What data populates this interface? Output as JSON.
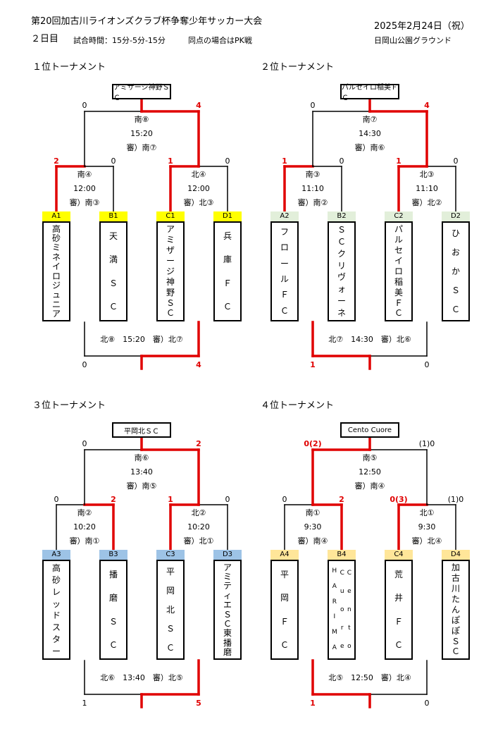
{
  "header": {
    "title": "第20回加古川ライオンズクラブ杯争奪少年サッカー大会",
    "date": "2025年2月24日（祝）",
    "day": "２日目",
    "match_time": "試合時間：15分-5分-15分",
    "tie_rule": "同点の場合はPK戦",
    "venue": "日岡山公園グラウンド"
  },
  "colors": {
    "yellow": "#ffff00",
    "green": "#e2efda",
    "blue": "#9dc3e6",
    "orange": "#ffe699",
    "red": "#e00000"
  },
  "brackets": [
    {
      "title": "１位トーナメント",
      "champion": "アミザージ神野ＳＣ",
      "final": {
        "name": "南⑧",
        "time": "15:20",
        "ref": "審）南⑦",
        "left_score": "0",
        "right_score": "4"
      },
      "semis": [
        {
          "name": "南④",
          "time": "12:00",
          "ref": "審）南③",
          "left_score": "2",
          "right_score": "0"
        },
        {
          "name": "北④",
          "time": "12:00",
          "ref": "審）北③",
          "left_score": "1",
          "right_score": "0"
        }
      ],
      "third": {
        "label": "北⑧　15:20　審）北⑦",
        "left_score": "0",
        "right_score": "4"
      },
      "teams": [
        {
          "seed": "A1",
          "chars": [
            "高",
            "砂",
            "ミ",
            "ネ",
            "イ",
            "ロ",
            "ジ",
            "ュ",
            "ニ",
            "ア"
          ]
        },
        {
          "seed": "B1",
          "chars": [
            "天",
            "満",
            "Ｓ",
            "Ｃ"
          ]
        },
        {
          "seed": "C1",
          "chars": [
            "ア",
            "ミ",
            "ザ",
            "ー",
            "ジ",
            "神",
            "野",
            "Ｓ",
            "Ｃ"
          ]
        },
        {
          "seed": "D1",
          "chars": [
            "兵",
            "庫",
            "Ｆ",
            "Ｃ"
          ]
        }
      ]
    },
    {
      "title": "２位トーナメント",
      "champion": "パルセイロ稲美ＦＣ",
      "final": {
        "name": "南⑦",
        "time": "14:30",
        "ref": "審）南⑥",
        "left_score": "0",
        "right_score": "4"
      },
      "semis": [
        {
          "name": "南③",
          "time": "11:10",
          "ref": "審）南②",
          "left_score": "1",
          "right_score": "0"
        },
        {
          "name": "北③",
          "time": "11:10",
          "ref": "審）北②",
          "left_score": "1",
          "right_score": "0"
        }
      ],
      "third": {
        "label": "北⑦　14:30　審）北⑥",
        "left_score": "1",
        "right_score": "0"
      },
      "teams": [
        {
          "seed": "A2",
          "chars": [
            "フ",
            "ロ",
            "ー",
            "ル",
            "Ｆ",
            "Ｃ"
          ]
        },
        {
          "seed": "B2",
          "chars": [
            "Ｓ",
            "Ｃ",
            "ク",
            "リ",
            "ヴ",
            "ォ",
            "ー",
            "ネ"
          ]
        },
        {
          "seed": "C2",
          "chars": [
            "パ",
            "ル",
            "セ",
            "イ",
            "ロ",
            "稲",
            "美",
            "Ｆ",
            "Ｃ"
          ]
        },
        {
          "seed": "D2",
          "chars": [
            "ひ",
            "お",
            "か",
            "Ｓ",
            "Ｃ"
          ]
        }
      ]
    },
    {
      "title": "３位トーナメント",
      "champion": "平岡北ＳＣ",
      "final": {
        "name": "南⑥",
        "time": "13:40",
        "ref": "審）南⑤",
        "left_score": "0",
        "right_score": "2"
      },
      "semis": [
        {
          "name": "南②",
          "time": "10:20",
          "ref": "審）南①",
          "left_score": "0",
          "right_score": "2"
        },
        {
          "name": "北②",
          "time": "10:20",
          "ref": "審）北①",
          "left_score": "1",
          "right_score": "0"
        }
      ],
      "third": {
        "label": "北⑥　13:40　審）北⑤",
        "left_score": "1",
        "right_score": "5"
      },
      "teams": [
        {
          "seed": "A3",
          "chars": [
            "高",
            "砂",
            "レ",
            "ッ",
            "ド",
            "ス",
            "タ",
            "ー"
          ]
        },
        {
          "seed": "B3",
          "chars": [
            "播",
            "磨",
            "Ｓ",
            "Ｃ"
          ]
        },
        {
          "seed": "C3",
          "chars": [
            "平",
            "岡",
            "北",
            "Ｓ",
            "Ｃ"
          ]
        },
        {
          "seed": "D3",
          "chars": [
            "ア",
            "ミ",
            "テ",
            "ィ",
            "エ",
            "Ｓ",
            "Ｃ",
            "東",
            "播",
            "磨"
          ]
        }
      ]
    },
    {
      "title": "４位トーナメント",
      "champion": "Cento Cuore",
      "final": {
        "name": "南⑤",
        "time": "12:50",
        "ref": "審）南④",
        "left_score": "0(2)",
        "right_score": "(1)0"
      },
      "semis": [
        {
          "name": "南①",
          "time": "9:30",
          "ref": "審）南④",
          "left_score": "0",
          "right_score": "2"
        },
        {
          "name": "北①",
          "time": "9:30",
          "ref": "審）北④",
          "left_score": "0(3)",
          "right_score": "(1)0"
        }
      ],
      "third": {
        "label": "北⑤　12:50　審）北④",
        "left_score": "1",
        "right_score": "0"
      },
      "teams": [
        {
          "seed": "A4",
          "chars": [
            "平",
            "岡",
            "Ｆ",
            "Ｃ"
          ]
        },
        {
          "seed": "B4",
          "columns": [
            [
              "H",
              "A",
              "R",
              "I",
              "M",
              "A"
            ],
            [
              "C",
              "u",
              "o",
              "r",
              "e"
            ],
            [
              "C",
              "e",
              "n",
              "t",
              "o"
            ]
          ]
        },
        {
          "seed": "C4",
          "chars": [
            "荒",
            "井",
            "Ｆ",
            "Ｃ"
          ]
        },
        {
          "seed": "D4",
          "chars": [
            "加",
            "古",
            "川",
            "た",
            "ん",
            "ぽ",
            "ぽ",
            "Ｓ",
            "Ｃ"
          ]
        }
      ]
    }
  ]
}
